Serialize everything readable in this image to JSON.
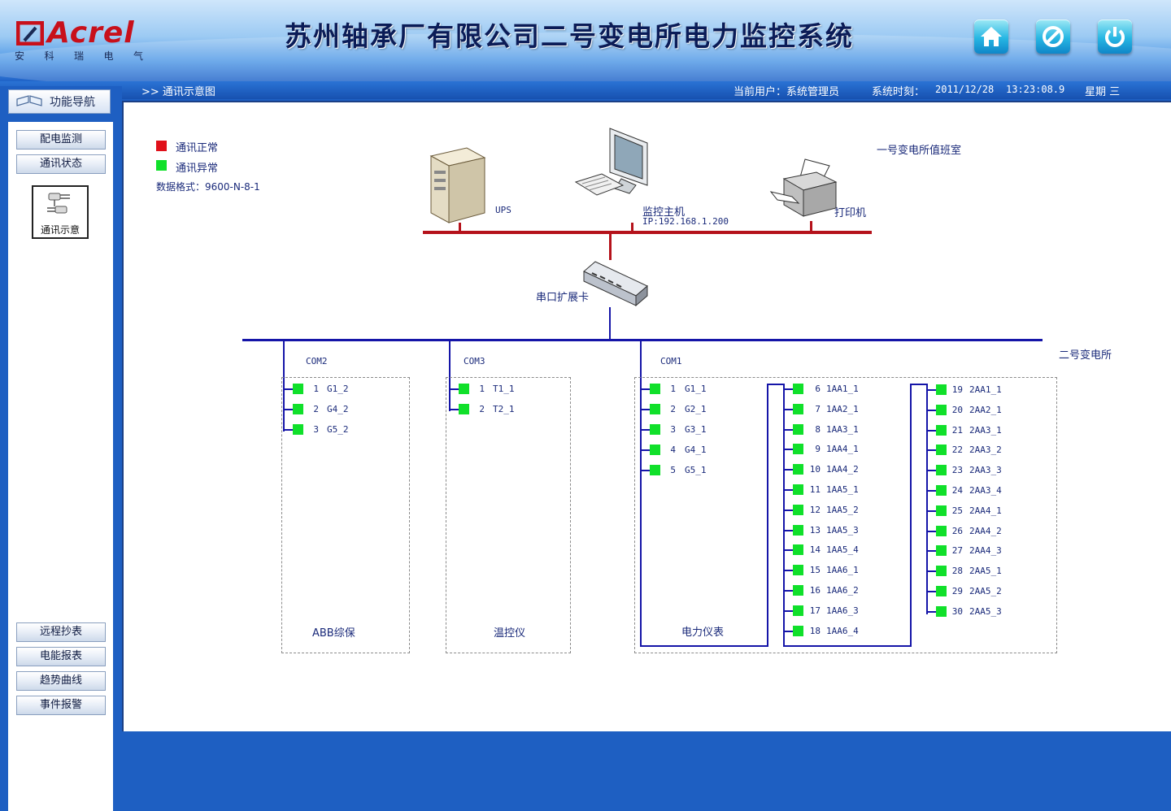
{
  "header": {
    "logo_text": "Acrel",
    "logo_sub": [
      "安",
      "科",
      "瑞",
      "电",
      "气"
    ],
    "title": "苏州轴承厂有限公司二号变电所电力监控系统",
    "buttons": [
      {
        "name": "home-button",
        "icon": "home-icon"
      },
      {
        "name": "cancel-button",
        "icon": "prohibit-icon"
      },
      {
        "name": "power-button",
        "icon": "power-icon"
      }
    ]
  },
  "infobar": {
    "breadcrumb": ">> 通讯示意图",
    "user_label": "当前用户：系统管理员",
    "time_label": "系统时刻：",
    "date": "2011/12/28",
    "time": "13:23:08.9",
    "weekday": "星期 三"
  },
  "sidebar": {
    "nav_title": "功能导航",
    "top_items": [
      "配电监测",
      "通讯状态"
    ],
    "comm_box_label": "通讯示意",
    "bottom_items": [
      "远程抄表",
      "电能报表",
      "趋势曲线",
      "事件报警"
    ]
  },
  "legend": {
    "normal_label": "通讯正常",
    "abnormal_label": "通讯异常",
    "normal_color": "#e0101a",
    "abnormal_color": "#10e02a",
    "data_format": "数据格式：9600-N-8-1"
  },
  "network": {
    "room_label": "一号变电所值班室",
    "ups_label": "UPS",
    "host_label": "监控主机",
    "host_ip": "IP:192.168.1.200",
    "printer_label": "打印机",
    "serial_label": "串口扩展卡",
    "substation_label": "二号变电所"
  },
  "com2": {
    "port": "COM2",
    "footer": "ABB综保",
    "devices": [
      {
        "num": "1",
        "name": "G1_2"
      },
      {
        "num": "2",
        "name": "G4_2"
      },
      {
        "num": "3",
        "name": "G5_2"
      }
    ]
  },
  "com3": {
    "port": "COM3",
    "footer": "温控仪",
    "devices": [
      {
        "num": "1",
        "name": "T1_1"
      },
      {
        "num": "2",
        "name": "T2_1"
      }
    ]
  },
  "com1": {
    "port": "COM1",
    "footer": "电力仪表",
    "col1": [
      {
        "num": "1",
        "name": "G1_1"
      },
      {
        "num": "2",
        "name": "G2_1"
      },
      {
        "num": "3",
        "name": "G3_1"
      },
      {
        "num": "4",
        "name": "G4_1"
      },
      {
        "num": "5",
        "name": "G5_1"
      }
    ],
    "col2": [
      {
        "num": "6",
        "name": "1AA1_1"
      },
      {
        "num": "7",
        "name": "1AA2_1"
      },
      {
        "num": "8",
        "name": "1AA3_1"
      },
      {
        "num": "9",
        "name": "1AA4_1"
      },
      {
        "num": "10",
        "name": "1AA4_2"
      },
      {
        "num": "11",
        "name": "1AA5_1"
      },
      {
        "num": "12",
        "name": "1AA5_2"
      },
      {
        "num": "13",
        "name": "1AA5_3"
      },
      {
        "num": "14",
        "name": "1AA5_4"
      },
      {
        "num": "15",
        "name": "1AA6_1"
      },
      {
        "num": "16",
        "name": "1AA6_2"
      },
      {
        "num": "17",
        "name": "1AA6_3"
      },
      {
        "num": "18",
        "name": "1AA6_4"
      }
    ],
    "col3": [
      {
        "num": "19",
        "name": "2AA1_1"
      },
      {
        "num": "20",
        "name": "2AA2_1"
      },
      {
        "num": "21",
        "name": "2AA3_1"
      },
      {
        "num": "22",
        "name": "2AA3_2"
      },
      {
        "num": "23",
        "name": "2AA3_3"
      },
      {
        "num": "24",
        "name": "2AA3_4"
      },
      {
        "num": "25",
        "name": "2AA4_1"
      },
      {
        "num": "26",
        "name": "2AA4_2"
      },
      {
        "num": "27",
        "name": "2AA4_3"
      },
      {
        "num": "28",
        "name": "2AA5_1"
      },
      {
        "num": "29",
        "name": "2AA5_2"
      },
      {
        "num": "30",
        "name": "2AA5_3"
      }
    ]
  }
}
